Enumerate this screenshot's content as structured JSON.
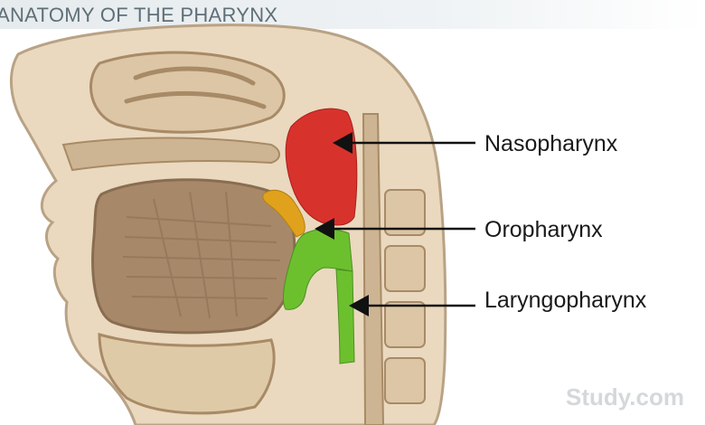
{
  "header": {
    "title": "ANATOMY OF THE PHARYNX"
  },
  "labels": {
    "nasopharynx": "Nasopharynx",
    "oropharynx": "Oropharynx",
    "laryngopharynx": "Laryngopharynx"
  },
  "watermark": {
    "text": "Study.com"
  },
  "colors": {
    "nasopharynx": "#d8322d",
    "oropharynx": "#6cc02e",
    "laryngopharynx": "#6cc02e",
    "soft_palate": "#e0a21c",
    "tissue": "#ead9bf",
    "tissue_dark": "#a88a66",
    "tongue": "#a7896a",
    "arrow": "#111111"
  }
}
